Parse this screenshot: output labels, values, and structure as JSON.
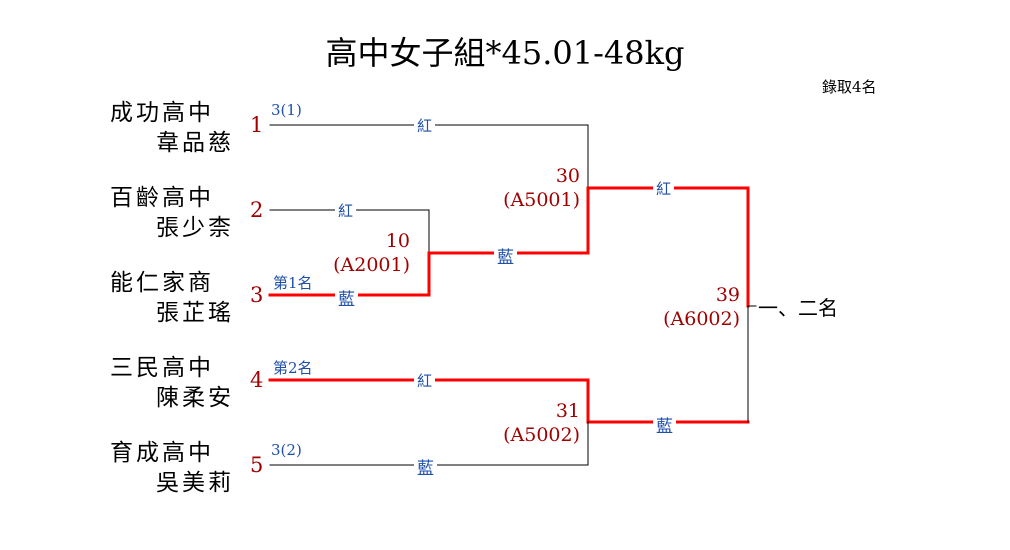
{
  "title": "高中女子組*45.01-48kg",
  "note": "錄取4名",
  "players": [
    {
      "seed": "1",
      "school": "成功高中",
      "name": "韋品慈",
      "result": "3(1)"
    },
    {
      "seed": "2",
      "school": "百齡高中",
      "name": "張少柰",
      "result": ""
    },
    {
      "seed": "3",
      "school": "能仁家商",
      "name": "張芷瑤",
      "result": "第1名"
    },
    {
      "seed": "4",
      "school": "三民高中",
      "name": "陳柔安",
      "result": "第2名"
    },
    {
      "seed": "5",
      "school": "育成高中",
      "name": "吳美莉",
      "result": "3(2)"
    }
  ],
  "corners": {
    "red": "紅",
    "blue": "藍"
  },
  "matches": [
    {
      "no": "10",
      "code": "(A2001)"
    },
    {
      "no": "30",
      "code": "(A5001)"
    },
    {
      "no": "31",
      "code": "(A5002)"
    },
    {
      "no": "39",
      "code": "(A6002)"
    }
  ],
  "final_label": "一、二名",
  "colors": {
    "winner_line": "#ff0000",
    "seed": "#a00000",
    "tag": "#1f4fa8"
  }
}
